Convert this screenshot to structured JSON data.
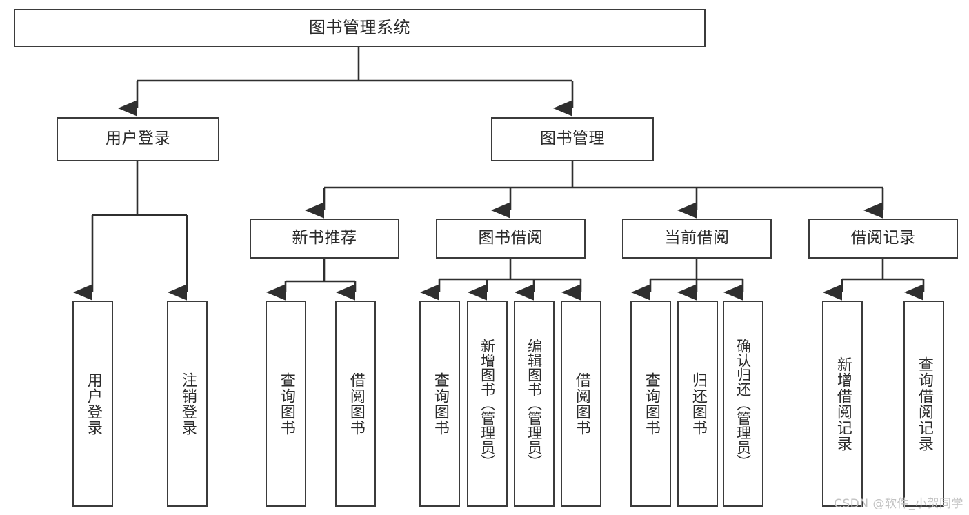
{
  "diagram": {
    "title": "图书管理系统",
    "type": "tree-hierarchy-chart",
    "colors": {
      "box_border": "#3b3b3b",
      "box_fill": "#ffffff",
      "connector": "#2f2f2f",
      "text": "#2b2b2b",
      "watermark": "#c2c2c2",
      "background": "#ffffff"
    },
    "root": {
      "label": "图书管理系统"
    },
    "level2": [
      {
        "label": "用户登录"
      },
      {
        "label": "图书管理"
      }
    ],
    "level3": [
      {
        "label": "新书推荐"
      },
      {
        "label": "图书借阅"
      },
      {
        "label": "当前借阅"
      },
      {
        "label": "借阅记录"
      }
    ],
    "leaves": {
      "user_login": [
        {
          "label": "用户登录"
        },
        {
          "label": "注销登录"
        }
      ],
      "new_book_recommend": [
        {
          "label": "查询图书"
        },
        {
          "label": "借阅图书"
        }
      ],
      "book_borrow": [
        {
          "label": "查询图书"
        },
        {
          "label": "新增图书（管理员）"
        },
        {
          "label": "编辑图书（管理员）"
        },
        {
          "label": "借阅图书"
        }
      ],
      "current_borrow": [
        {
          "label": "查询图书"
        },
        {
          "label": "归还图书"
        },
        {
          "label": "确认归还（管理员）"
        }
      ],
      "borrow_record": [
        {
          "label": "新增借阅记录"
        },
        {
          "label": "查询借阅记录"
        }
      ]
    },
    "watermark": "CSDN @软件_小贺同学"
  }
}
